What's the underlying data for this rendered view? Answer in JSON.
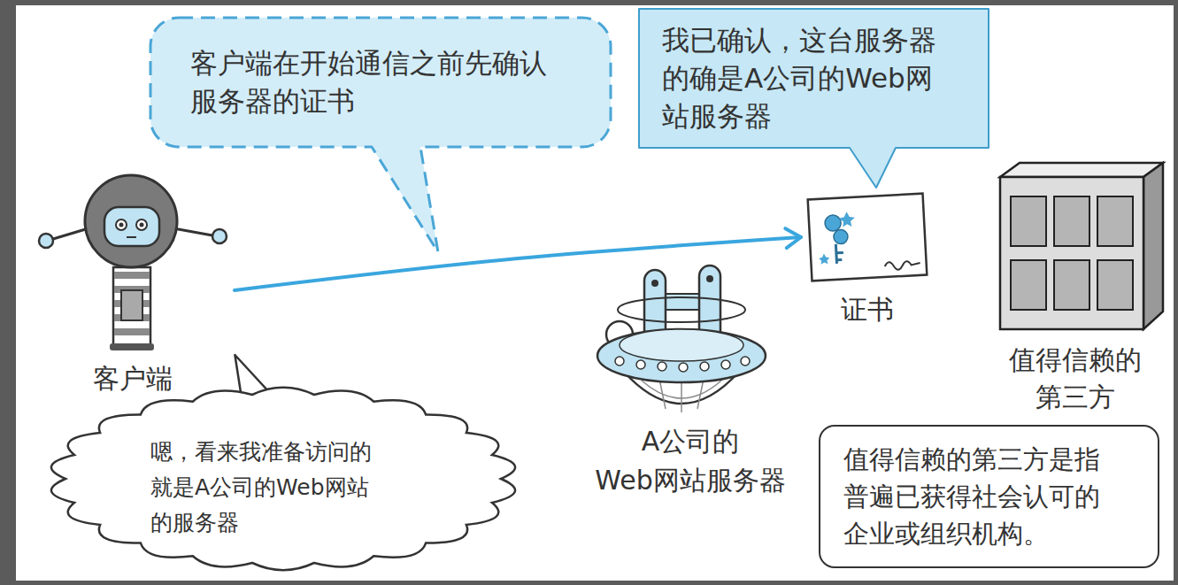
{
  "diagram": {
    "nodes": [
      {
        "text": [
          "客户端在开始通信之前先确认 服务器的证书"
        ]
      },
      {
        "text": [
          "我已确认，这台服务器 的确是A公司的Web网 站服务器"
        ]
      },
      {
        "text": [
          "客户端"
        ]
      },
      {
        "text": [
          "证书"
        ]
      },
      {
        "text": [
          "值得信赖的 第三方"
        ]
      },
      {
        "text": [
          "嗯，看来我准备访问的 就是A公司的Web网站 的服务器"
        ]
      },
      {
        "text": [
          "A公司的 Web网站服务器"
        ]
      },
      {
        "text": [
          "值得信赖的第三方是指 普遍已获得社会认可的 企业或组织机构。"
        ]
      }
    ],
    "edges": [
      {
        "from": 2,
        "to": 3,
        "arrow": "to"
      }
    ]
  }
}
